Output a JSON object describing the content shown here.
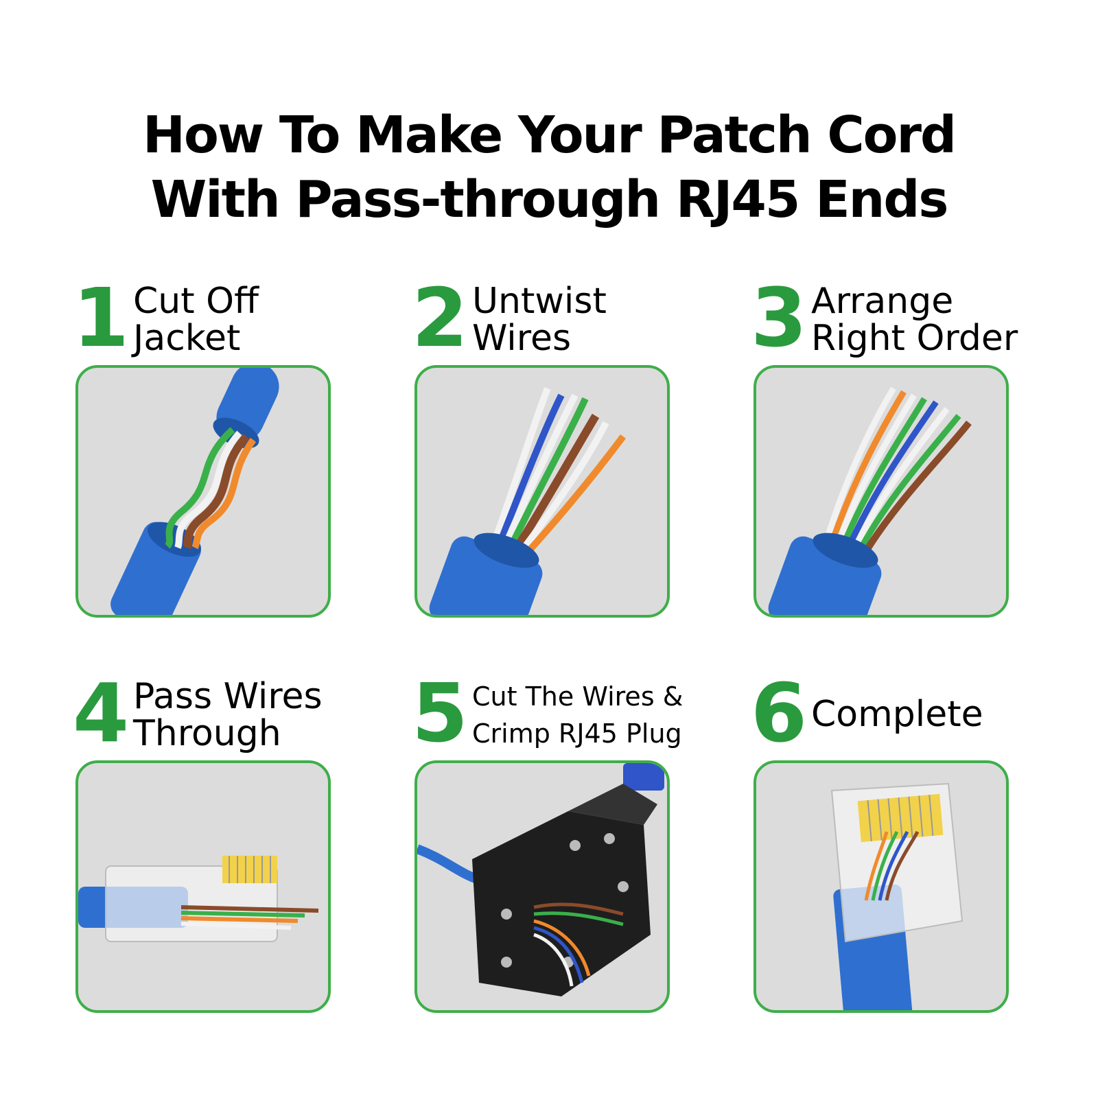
{
  "title": {
    "line1": "How To Make Your Patch Cord",
    "line2": "With Pass-through RJ45 Ends"
  },
  "steps": [
    {
      "number": "1",
      "line1": "Cut Off",
      "line2": "Jacket",
      "image": "cable-with-twisted-pairs"
    },
    {
      "number": "2",
      "line1": "Untwist",
      "line2": "Wires",
      "image": "untwisted-wires"
    },
    {
      "number": "3",
      "line1": "Arrange",
      "line2": "Right Order",
      "image": "ordered-wires"
    },
    {
      "number": "4",
      "line1": "Pass Wires",
      "line2": "Through",
      "image": "wires-through-connector"
    },
    {
      "number": "5",
      "line1": "Cut The Wires &",
      "line2": "Crimp RJ45 Plug",
      "image": "crimping-tool"
    },
    {
      "number": "6",
      "line1": "Complete",
      "image": "finished-rj45-plug"
    }
  ],
  "colors": {
    "accent_green": "#2a9a3e",
    "panel_border": "#3fae49",
    "panel_bg": "#dcdcdc",
    "cable_blue": "#2f6fd0"
  }
}
